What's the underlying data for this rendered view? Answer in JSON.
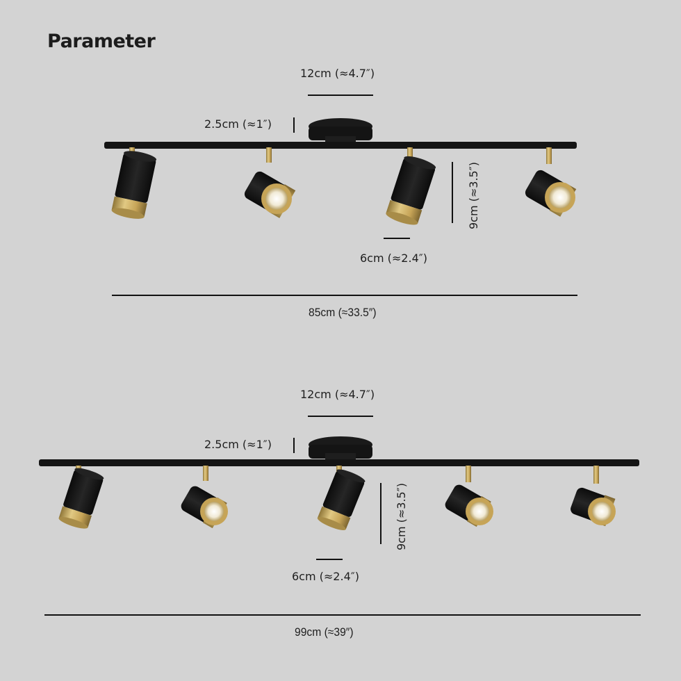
{
  "page": {
    "title": "Parameter",
    "background": "#d3d3d3"
  },
  "colors": {
    "fixture_black": "#141414",
    "brass": "#c9a95a",
    "bulb": "#f4efe2"
  },
  "fixtures": [
    {
      "name": "4-light track",
      "light_count": 4,
      "canopy_width": "12cm (≈4.7″)",
      "canopy_height": "2.5cm (≈1″)",
      "head_height": "9cm (≈3.5″)",
      "head_diameter": "6cm (≈2.4″)",
      "total_length": "85cm (≈33.5″)"
    },
    {
      "name": "5-light track",
      "light_count": 5,
      "canopy_width": "12cm (≈4.7″)",
      "canopy_height": "2.5cm (≈1″)",
      "head_height": "9cm (≈3.5″)",
      "head_diameter": "6cm (≈2.4″)",
      "total_length": "99cm (≈39″)"
    }
  ]
}
